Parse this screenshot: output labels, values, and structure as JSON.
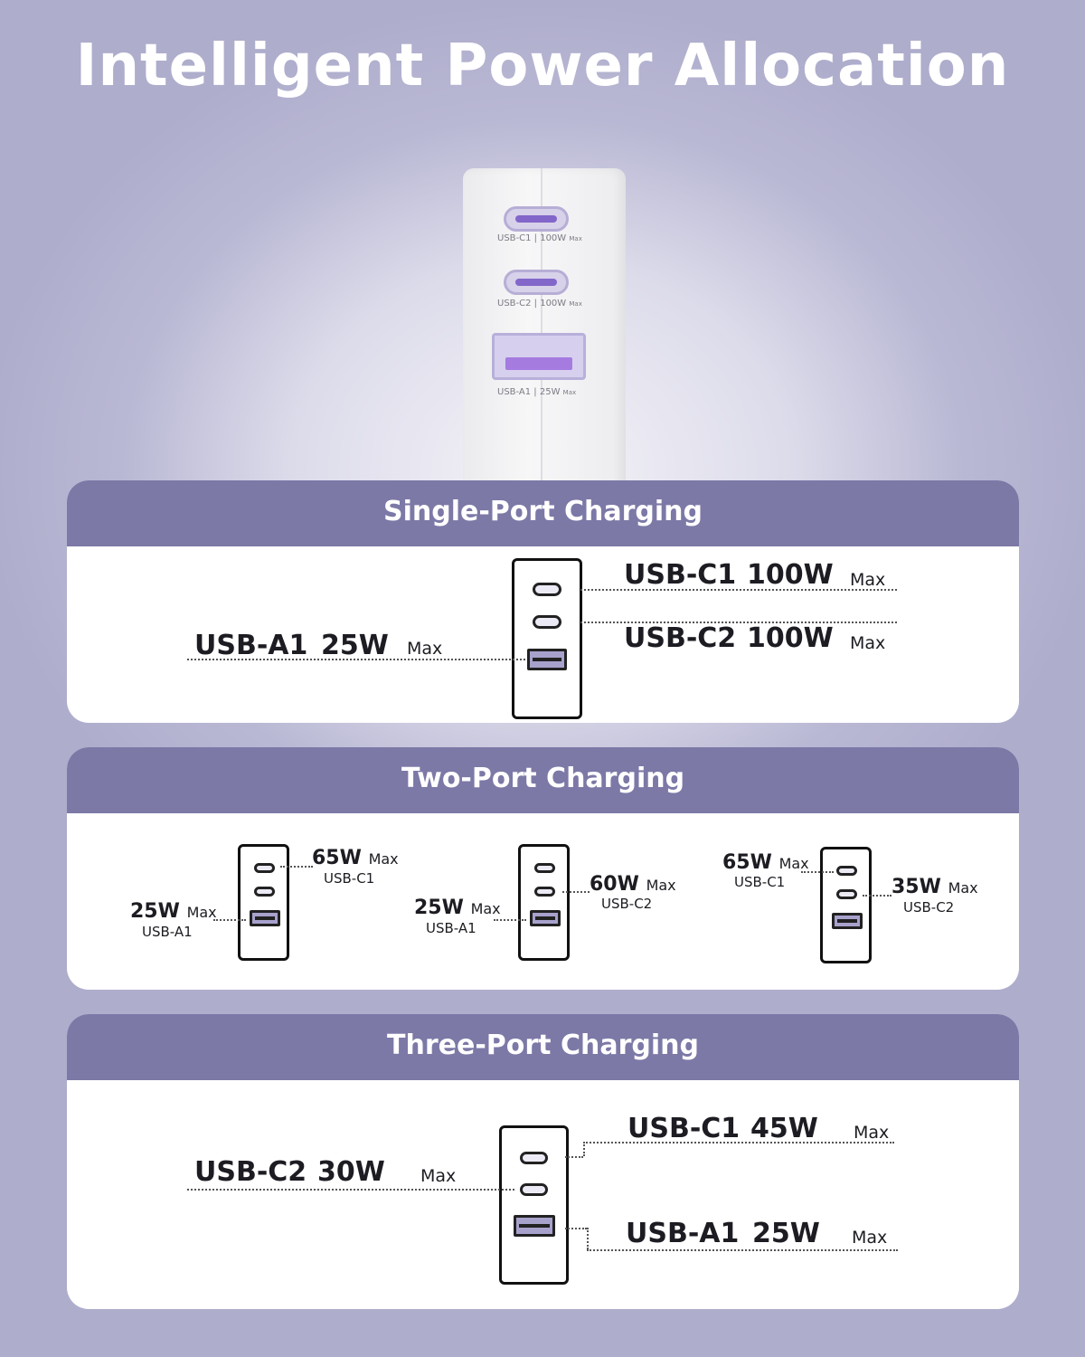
{
  "title": "Intelligent Power Allocation",
  "charger": {
    "ports": [
      {
        "label": "USB-C1 | 100W",
        "max": "Max"
      },
      {
        "label": "USB-C2 | 100W",
        "max": "Max"
      },
      {
        "label": "USB-A1 | 25W",
        "max": "Max"
      }
    ]
  },
  "single": {
    "header": "Single-Port Charging",
    "c1": {
      "port": "USB-C1",
      "watt": "100W",
      "max": "Max"
    },
    "c2": {
      "port": "USB-C2",
      "watt": "100W",
      "max": "Max"
    },
    "a1": {
      "port": "USB-A1",
      "watt": "25W",
      "max": "Max"
    }
  },
  "two": {
    "header": "Two-Port Charging",
    "combos": [
      {
        "top": {
          "watt": "65W",
          "max": "Max",
          "port": "USB-C1"
        },
        "bottom": {
          "watt": "25W",
          "max": "Max",
          "port": "USB-A1"
        }
      },
      {
        "top": {
          "watt": "60W",
          "max": "Max",
          "port": "USB-C2"
        },
        "bottom": {
          "watt": "25W",
          "max": "Max",
          "port": "USB-A1"
        }
      },
      {
        "top": {
          "watt": "65W",
          "max": "Max",
          "port": "USB-C1"
        },
        "bottom": {
          "watt": "35W",
          "max": "Max",
          "port": "USB-C2"
        }
      }
    ]
  },
  "three": {
    "header": "Three-Port Charging",
    "c1": {
      "port": "USB-C1",
      "watt": "45W",
      "max": "Max"
    },
    "c2": {
      "port": "USB-C2",
      "watt": "30W",
      "max": "Max"
    },
    "a1": {
      "port": "USB-A1",
      "watt": "25W",
      "max": "Max"
    }
  }
}
